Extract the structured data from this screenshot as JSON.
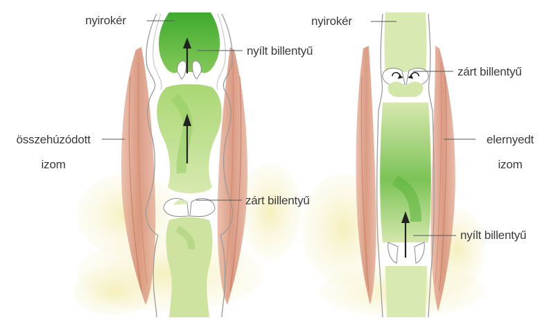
{
  "left_panel": {
    "labels": {
      "lymph_vessel": "nyirokér",
      "open_valve": "nyílt billentyű",
      "contracted_muscle_line1": "összehúzódott",
      "contracted_muscle_line2": "izom",
      "closed_valve": "zárt billentyű"
    }
  },
  "right_panel": {
    "labels": {
      "lymph_vessel": "nyirokér",
      "closed_valve": "zárt billentyű",
      "relaxed_muscle_line1": "elernyedt",
      "relaxed_muscle_line2": "izom",
      "open_valve": "nyílt billentyű"
    }
  },
  "colors": {
    "lymph_light": "#cfe3a0",
    "lymph_dark": "#4fb336",
    "muscle": "#d9967d",
    "watercolor_yellow": "#f3edb7",
    "arrow": "#222222",
    "leader_line": "#555555"
  }
}
